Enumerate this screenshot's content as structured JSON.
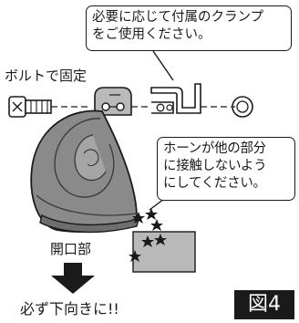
{
  "callouts": {
    "clamp_note": "必要に応じて付属のクランプ\nをご使用ください。",
    "contact_warning": "ホーンが他の部分\nに接触しないよう\nにしてください。"
  },
  "labels": {
    "bolt": "ボルトで固定",
    "opening": "開口部",
    "downward": "必ず下向きに!!"
  },
  "figure_label": "図4",
  "colors": {
    "ink": "#1a1a1a",
    "horn_body": "#8a8a8a",
    "background": "#ffffff"
  }
}
